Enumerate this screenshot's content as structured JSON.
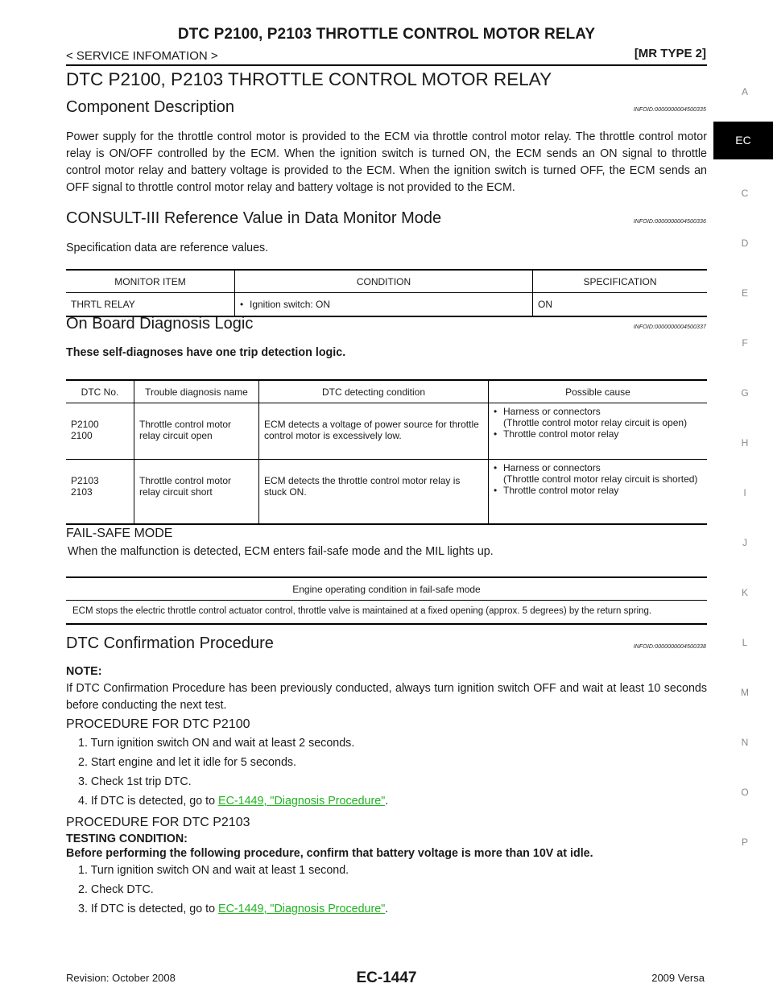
{
  "header": {
    "title": "DTC P2100, P2103 THROTTLE CONTROL MOTOR RELAY",
    "left": "< SERVICE INFOMATION >",
    "right": "[MR TYPE 2]"
  },
  "main_title": "DTC P2100, P2103 THROTTLE CONTROL MOTOR RELAY",
  "sections": {
    "component": {
      "heading": "Component Description",
      "infoid": "INFOID:0000000004500335",
      "text": "Power supply for the throttle control motor is provided to the ECM via throttle control motor relay. The throttle control motor relay is ON/OFF controlled by the ECM. When the ignition switch is turned ON, the ECM sends an ON signal to throttle control motor relay and battery voltage is provided to the ECM. When the ignition switch is turned OFF, the ECM sends an OFF signal to throttle control motor relay and battery voltage is not provided to the ECM."
    },
    "consult": {
      "heading": "CONSULT-III Reference Value in Data Monitor Mode",
      "infoid": "INFOID:0000000004500336",
      "text": "Specification data are reference values.",
      "table": {
        "headers": [
          "MONITOR ITEM",
          "CONDITION",
          "SPECIFICATION"
        ],
        "row": [
          "THRTL RELAY",
          "Ignition switch: ON",
          "ON"
        ]
      }
    },
    "obd": {
      "heading": "On Board Diagnosis Logic",
      "infoid": "INFOID:0000000004500337",
      "text": "These self-diagnoses have one trip detection logic.",
      "table": {
        "headers": [
          "DTC No.",
          "Trouble diagnosis name",
          "DTC detecting condition",
          "Possible cause"
        ],
        "rows": [
          {
            "dtc1": "P2100",
            "dtc2": "2100",
            "name1": "Throttle control motor",
            "name2": "relay circuit open",
            "cond": "ECM detects a voltage of power source for throttle control motor is excessively low.",
            "cause1": "Harness or connectors",
            "cause1b": "(Throttle control motor relay circuit is open)",
            "cause2": "Throttle control motor relay"
          },
          {
            "dtc1": "P2103",
            "dtc2": "2103",
            "name1": "Throttle control motor",
            "name2": "relay circuit short",
            "cond": "ECM detects the throttle control motor relay is stuck ON.",
            "cause1": "Harness or connectors",
            "cause1b": "(Throttle control motor relay circuit is shorted)",
            "cause2": "Throttle control motor relay"
          }
        ]
      }
    },
    "failsafe": {
      "heading": "FAIL-SAFE MODE",
      "text": "When the malfunction is detected, ECM enters fail-safe mode and the MIL lights up.",
      "table_header": "Engine operating condition in fail-safe mode",
      "table_text": "ECM stops the electric throttle control actuator control, throttle valve is maintained at a fixed opening (approx. 5 degrees) by the return spring."
    },
    "confirm": {
      "heading": "DTC Confirmation Procedure",
      "infoid": "INFOID:0000000004500338",
      "note_label": "NOTE:",
      "note_text": "If DTC Confirmation Procedure has been previously conducted, always turn ignition switch OFF and wait at least 10 seconds before conducting the next test.",
      "p2100_heading": "PROCEDURE FOR DTC P2100",
      "p2100_steps": [
        "1.  Turn ignition switch ON and wait at least 2 seconds.",
        "2.  Start engine and let it idle for 5 seconds.",
        "3.  Check 1st trip DTC."
      ],
      "p2100_step4_prefix": "4.  If DTC is detected, go to ",
      "p2100_step4_link": "EC-1449, \"Diagnosis Procedure\"",
      "p2100_step4_suffix": ".",
      "p2103_heading": "PROCEDURE FOR DTC P2103",
      "testing_label": "TESTING CONDITION:",
      "testing_text": "Before performing the following procedure, confirm that battery voltage is more than 10V at idle.",
      "p2103_steps": [
        "1.  Turn ignition switch ON and wait at least 1 second.",
        "2.  Check DTC."
      ],
      "p2103_step3_prefix": "3.  If DTC is detected, go to ",
      "p2103_step3_link": "EC-1449, \"Diagnosis Procedure\"",
      "p2103_step3_suffix": "."
    }
  },
  "side_tabs": [
    "A",
    "EC",
    "C",
    "D",
    "E",
    "F",
    "G",
    "H",
    "I",
    "J",
    "K",
    "L",
    "M",
    "N",
    "O",
    "P"
  ],
  "footer": {
    "revision": "Revision: October 2008",
    "page": "EC-1447",
    "model": "2009 Versa"
  }
}
